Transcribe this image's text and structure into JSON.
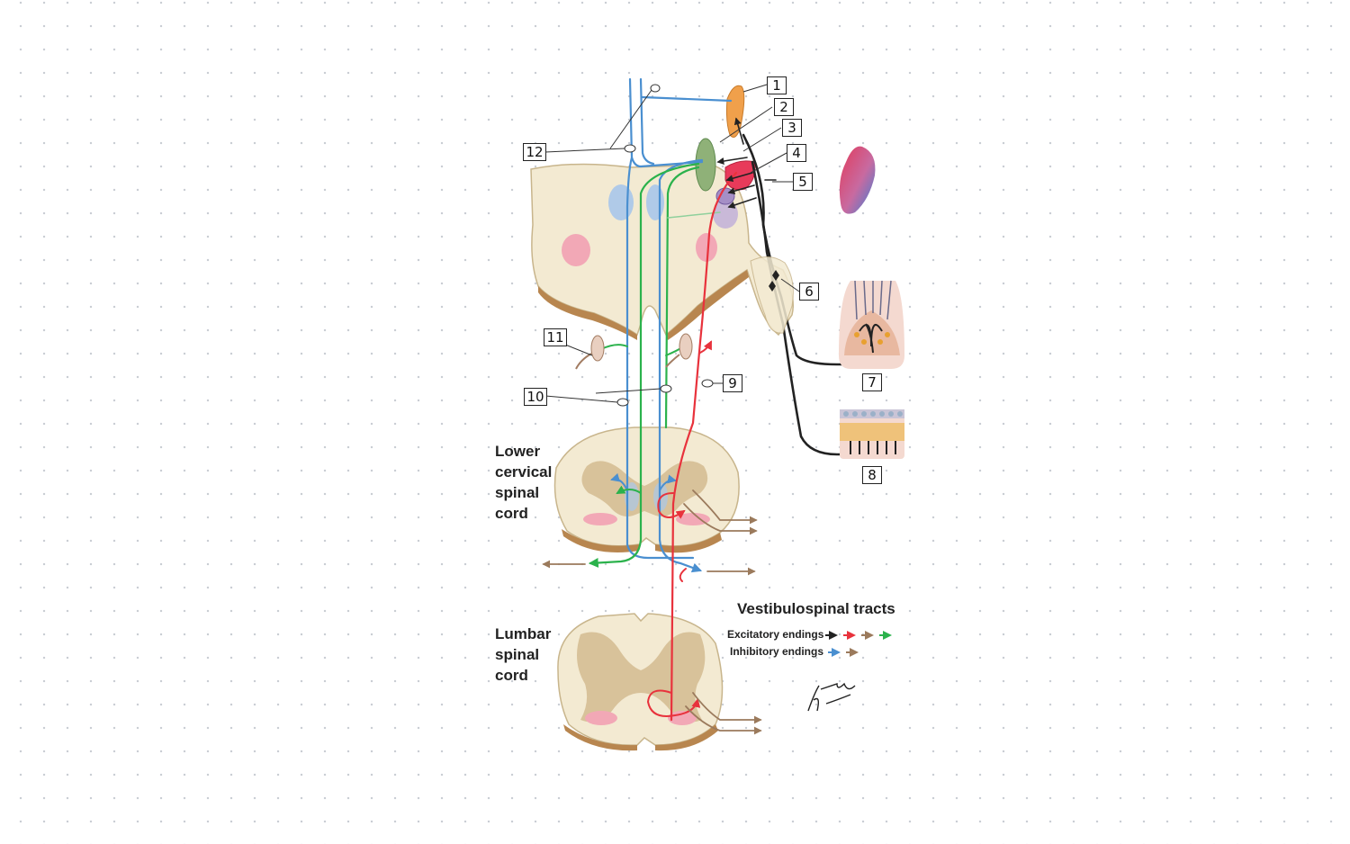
{
  "callouts": {
    "n1": "1",
    "n2": "2",
    "n3": "3",
    "n4": "4",
    "n5": "5",
    "n6": "6",
    "n7": "7",
    "n8": "8",
    "n9": "9",
    "n10": "10",
    "n11": "11",
    "n12": "12"
  },
  "regions": {
    "lower_cervical": "Lower\ncervical\nspinal\ncord",
    "lumbar": "Lumbar\nspinal\ncord"
  },
  "legend": {
    "title": "Vestibulospinal tracts",
    "excitatory": "Excitatory endings",
    "inhibitory": "Inhibitory endings",
    "excitatory_colors": [
      "#222222",
      "#e8323c",
      "#9b7a5c",
      "#2bb24c"
    ],
    "inhibitory_colors": [
      "#4a8fd0",
      "#9b7a5c"
    ]
  },
  "colors": {
    "tissue": "#f3ead2",
    "gray_matter": "#d8c29a",
    "lateral_tract": "#e8323c",
    "medial_blue": "#4a8fd0",
    "medial_green": "#2bb24c",
    "vestibular_nerve": "#222222"
  }
}
